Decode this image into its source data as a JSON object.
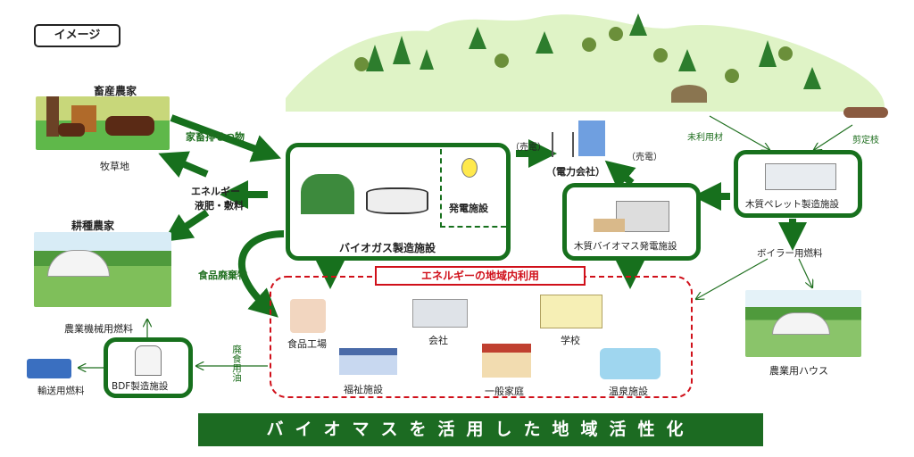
{
  "image_label": "イメージ",
  "livestock": {
    "title": "畜産農家",
    "sub": "牧草地",
    "flow": "家畜排せつ物"
  },
  "return_flow": {
    "line1": "エネルギー",
    "line2": "液肥・敷料"
  },
  "crop": {
    "title": "耕種農家",
    "fuel": "農業機械用燃料"
  },
  "food_waste": "食品廃棄物",
  "biogas": {
    "label": "バイオガス製造施設",
    "power": "発電施設"
  },
  "power_company": {
    "label": "（電力会社）",
    "sell1": "（売電）",
    "sell2": "（売電）"
  },
  "wood_power": "木質バイオマス発電施設",
  "pellet": "木質ペレット製造施設",
  "unused_wood": "未利用材",
  "pruned": "剪定枝",
  "boiler_fuel": "ボイラー用燃料",
  "greenhouse": "農業用ハウス",
  "local_use": {
    "title": "エネルギーの地域内利用",
    "items": [
      "食品工場",
      "会社",
      "学校",
      "福祉施設",
      "一般家庭",
      "温泉施設"
    ]
  },
  "bdf": {
    "label": "BDF製造施設",
    "transport": "輸送用燃料",
    "oil": "廃食用油"
  },
  "banner": "バイオマスを活用した地域活性化",
  "colors": {
    "green": "#17701d",
    "red": "#d0101a",
    "banner": "#1c6b22"
  }
}
